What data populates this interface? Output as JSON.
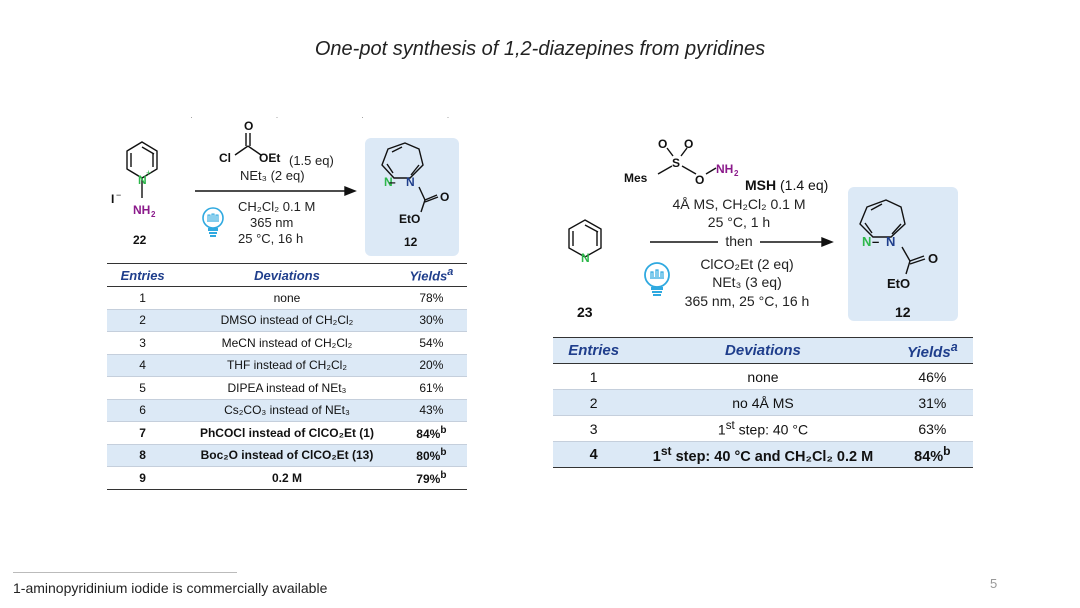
{
  "title": "One-pot synthesis of 1,2-diazepines from pyridines",
  "left": {
    "reagent_top": "(1.5 eq)",
    "reagent_base": "NEt₃ (2 eq)",
    "conditions": [
      "CH₂Cl₂ 0.1 M",
      "365 nm",
      "25 °C, 16 h"
    ],
    "start_label": "22",
    "product_label": "12",
    "table": {
      "headers": [
        "Entries",
        "Deviations",
        "Yields"
      ],
      "yield_sup": "a",
      "rows": [
        {
          "entry": "1",
          "dev": "none",
          "yield": "78%",
          "sup": ""
        },
        {
          "entry": "2",
          "dev": "DMSO instead of CH₂Cl₂",
          "yield": "30%",
          "sup": ""
        },
        {
          "entry": "3",
          "dev": "MeCN instead of CH₂Cl₂",
          "yield": "54%",
          "sup": ""
        },
        {
          "entry": "4",
          "dev": "THF instead of CH₂Cl₂",
          "yield": "20%",
          "sup": ""
        },
        {
          "entry": "5",
          "dev": "DIPEA instead of NEt₃",
          "yield": "61%",
          "sup": ""
        },
        {
          "entry": "6",
          "dev": "Cs₂CO₃ instead of NEt₃",
          "yield": "43%",
          "sup": ""
        },
        {
          "entry": "7",
          "dev": "PhCOCl instead of ClCO₂Et (1)",
          "yield": "84%",
          "sup": "b"
        },
        {
          "entry": "8",
          "dev": "Boc₂O instead of ClCO₂Et (13)",
          "yield": "80%",
          "sup": "b"
        },
        {
          "entry": "9",
          "dev": "0.2 M",
          "yield": "79%",
          "sup": "b"
        }
      ]
    }
  },
  "right": {
    "reagent_name": "MSH",
    "reagent_eq": "(1.4 eq)",
    "conditions": [
      "4Å MS, CH₂Cl₂ 0.1 M",
      "25 °C, 1 h",
      "then",
      "ClCO₂Et (2 eq)",
      "NEt₃ (3 eq)",
      "365 nm, 25 °C, 16 h"
    ],
    "start_label": "23",
    "product_label": "12",
    "table": {
      "headers": [
        "Entries",
        "Deviations",
        "Yields"
      ],
      "yield_sup": "a",
      "rows": [
        {
          "entry": "1",
          "dev": "none",
          "yield": "46%",
          "sup": ""
        },
        {
          "entry": "2",
          "dev": "no 4Å MS",
          "yield": "31%",
          "sup": ""
        },
        {
          "entry": "3",
          "dev_sup_pre": "1",
          "dev_sup": "st",
          "dev": " step: 40 °C",
          "yield": "63%",
          "sup": ""
        },
        {
          "entry": "4",
          "dev_sup_pre": "1",
          "dev_sup": "st",
          "dev": " step: 40 °C and CH₂Cl₂ 0.2 M",
          "yield": "84%",
          "sup": "b"
        }
      ]
    }
  },
  "footnote": "1-aminopyridinium iodide is commercially available",
  "page_number": "5",
  "colors": {
    "highlight": "#dce9f6",
    "header_text": "#1f3e8c",
    "nitrogen": "#2db84b",
    "amine": "#8b1a8b",
    "bulb": "#2fa9e0"
  }
}
